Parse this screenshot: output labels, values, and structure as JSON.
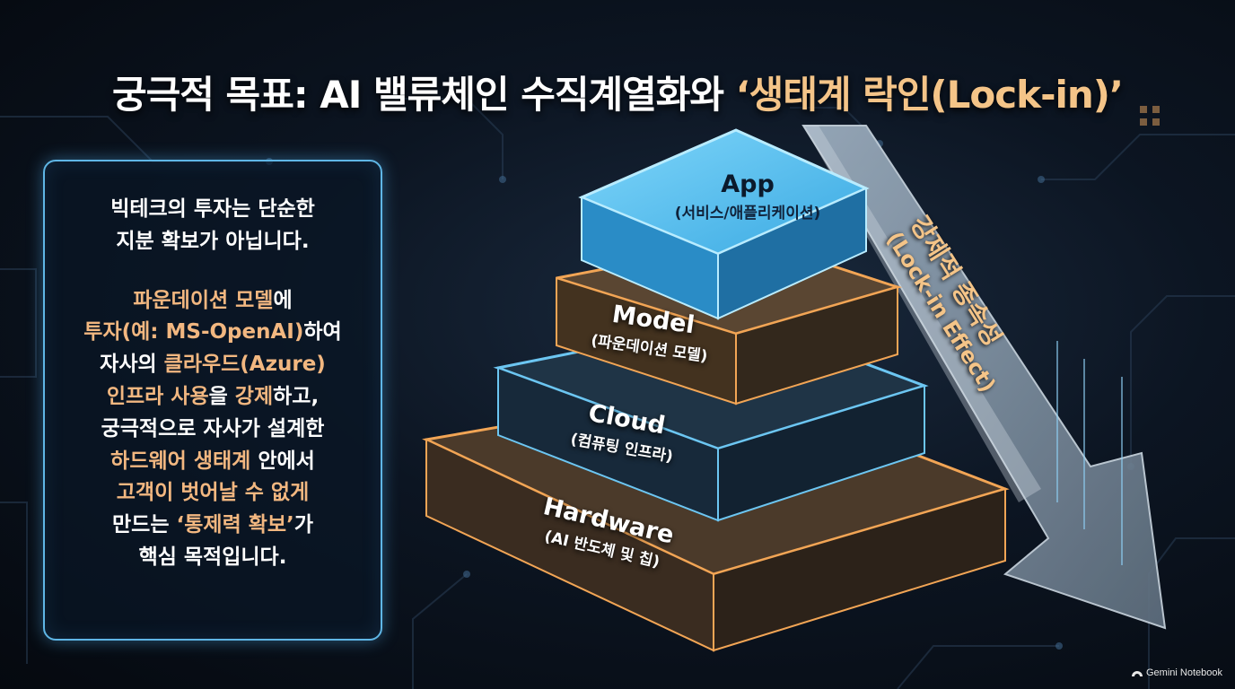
{
  "title": {
    "main": "궁극적 목표: AI 밸류체인 수직계열화와 ",
    "highlight": "‘생태계 락인(Lock-in)’"
  },
  "panel": {
    "intro_line1": "빅테크의 투자는 단순한",
    "intro_line2": "지분 확보가 아닙니다.",
    "seg_foundation_model": "파운데이션 모델",
    "seg_e": "에",
    "seg_investment": "투자(예: MS-OpenAI)",
    "seg_hayeo": "하여",
    "seg_jasa": "자사의 ",
    "seg_cloud": "클라우드(Azure)",
    "seg_infra_use": "인프라 사용",
    "seg_eul": "을 ",
    "seg_gangje": "강제",
    "seg_hago": "하고,",
    "line_ultimately": "궁극적으로 자사가 설계한",
    "seg_hw_ecosystem": "하드웨어 생태계",
    "seg_aneseo": " 안에서",
    "seg_customers": "고객이 벗어날 수 없게",
    "seg_mandeuneun": "만드는 ",
    "seg_control": "‘통제력 확보’",
    "seg_ga": "가",
    "line_core": "핵심 목적입니다."
  },
  "layers": {
    "app": {
      "name": "App",
      "sub": "(서비스/애플리케이션)"
    },
    "model": {
      "name": "Model",
      "sub": "(파운데이션 모델)"
    },
    "cloud": {
      "name": "Cloud",
      "sub": "(컴퓨팅 인프라)"
    },
    "hardware": {
      "name": "Hardware",
      "sub": "(AI 반도체 및 칩)"
    }
  },
  "lock_arrow": {
    "line1": "강제적 종속성",
    "line2": "(Lock-in Effect)"
  },
  "colors": {
    "accent_orange": "#f2b780",
    "accent_blue": "#5fb6e6",
    "app_layer": "#5cc4f0"
  },
  "watermark": {
    "icon": "gemini-notebook-icon",
    "text": "Gemini Notebook"
  }
}
